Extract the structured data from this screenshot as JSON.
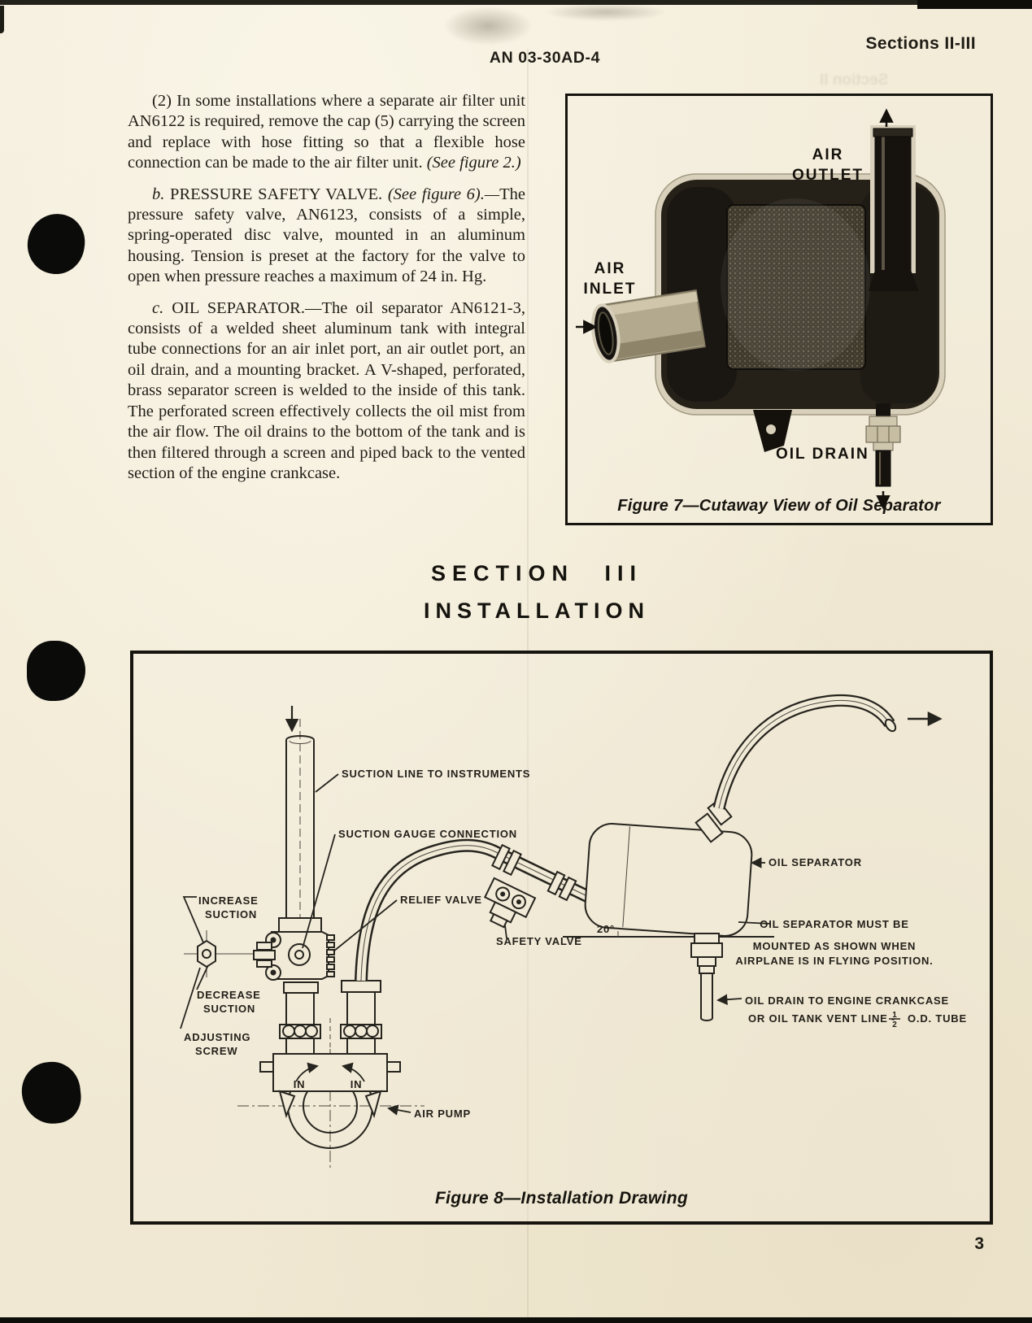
{
  "colors": {
    "paper": "#f2ebd8",
    "ink": "#201d16",
    "figure_border": "#16140e"
  },
  "header": {
    "sections_label": "Sections II-III",
    "doc_number": "AN 03-30AD-4",
    "bleed_through_ghost": "Section II"
  },
  "body": {
    "p1_main": "(2) In some installations where a separate air filter unit AN6122 is required, remove the cap (5) carrying the screen and replace with hose fitting so that a flexible hose connection can be made to the air filter unit. ",
    "p1_cite": "(See figure 2.)",
    "p2_lead": "b.",
    "p2_title": " PRESSURE SAFETY VALVE. ",
    "p2_cite": "(See figure 6).—",
    "p2_main": "The pressure safety valve, AN6123, consists of a simple, spring-operated disc valve, mounted in an aluminum housing. Tension is preset at the factory for the valve to open when pressure reaches a maximum of 24 in. Hg.",
    "p3_lead": "c.",
    "p3_title": " OIL SEPARATOR.",
    "p3_main": "—The oil separator AN6121-3, consists of a welded sheet aluminum tank with integral tube connections for an air inlet port, an air outlet port, an oil drain, and a mounting bracket. A V-shaped, perforated, brass separator screen is welded to the inside of this tank. The perforated screen effectively collects the oil mist from the air flow. The oil drains to the bottom of the tank and is then filtered through a screen and piped back to the vented section of the engine crankcase."
  },
  "figure7": {
    "caption": "Figure 7—Cutaway View of Oil Separator",
    "labels": {
      "outlet_1": "AIR",
      "outlet_2": "OUTLET",
      "inlet_1": "AIR",
      "inlet_2": "INLET",
      "oil_drain": "OIL  DRAIN"
    }
  },
  "section3": {
    "title": "SECTION III",
    "subtitle": "INSTALLATION"
  },
  "figure8": {
    "caption": "Figure 8—Installation Drawing",
    "labels": {
      "suction_line": "SUCTION LINE TO INSTRUMENTS",
      "suction_gauge": "SUCTION GAUGE CONNECTION",
      "increase_1": "INCREASE",
      "increase_2": "SUCTION",
      "decrease_1": "DECREASE",
      "decrease_2": "SUCTION",
      "adjusting_1": "ADJUSTING",
      "adjusting_2": "SCREW",
      "relief_valve": "RELIEF VALVE",
      "safety_valve": "SAFETY VALVE",
      "air_pump": "AIR PUMP",
      "in_left": "IN",
      "in_right": "IN",
      "oil_separator": "OIL SEPARATOR",
      "angle": "20°",
      "mount_1": "OIL SEPARATOR MUST BE",
      "mount_2": "MOUNTED AS SHOWN  WHEN",
      "mount_3": "AIRPLANE IS IN FLYING POSITION.",
      "drain_1": "OIL DRAIN TO ENGINE  CRANKCASE",
      "drain_2a": "OR OIL TANK VENT LINE -",
      "drain_frac_num": "1",
      "drain_frac_den": "2",
      "drain_2b": "O.D. TUBE"
    }
  },
  "footer": {
    "page_number": "3"
  }
}
